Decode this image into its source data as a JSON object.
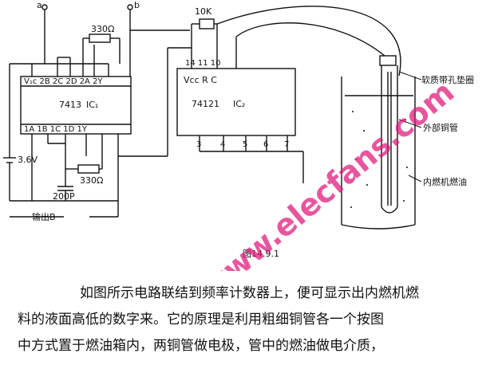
{
  "figure": {
    "ic1": {
      "pins_top": "V₁ᴄ 2B 2C 2D 2A 2Y",
      "part": "7413",
      "name": "IC₁",
      "pins_bottom": "1A 1B 1C 1D 1Y"
    },
    "ic2": {
      "pins_top": "14  11  10",
      "pins_inner": "Vcc  R  C",
      "part": "74121",
      "name": "IC₂",
      "pins_bottom": [
        "3",
        "4",
        "5",
        "6",
        "7"
      ]
    },
    "resistor_top": "330Ω",
    "resistor_bottom": "330Ω",
    "resistor_10k": "10K",
    "capacitor": "200P",
    "battery": "3.6V",
    "output": "输出B",
    "terminal_a": "a",
    "terminal_b": "b",
    "label_ring": "软质带孔垫圈",
    "label_outer_tube": "外部铜管",
    "label_fuel": "内燃机燃油",
    "caption": "图14.9.1",
    "watermark": "www.elecfans.com"
  },
  "paragraph": [
    "如图所示电路联结到频率计数器上，便可显示出内燃机燃",
    "料的液面高低的数字来。它的原理是利用粗细铜管各一个按图",
    "中方式置于燃油箱内，两铜管做电极，管中的燃油做电介质，"
  ]
}
